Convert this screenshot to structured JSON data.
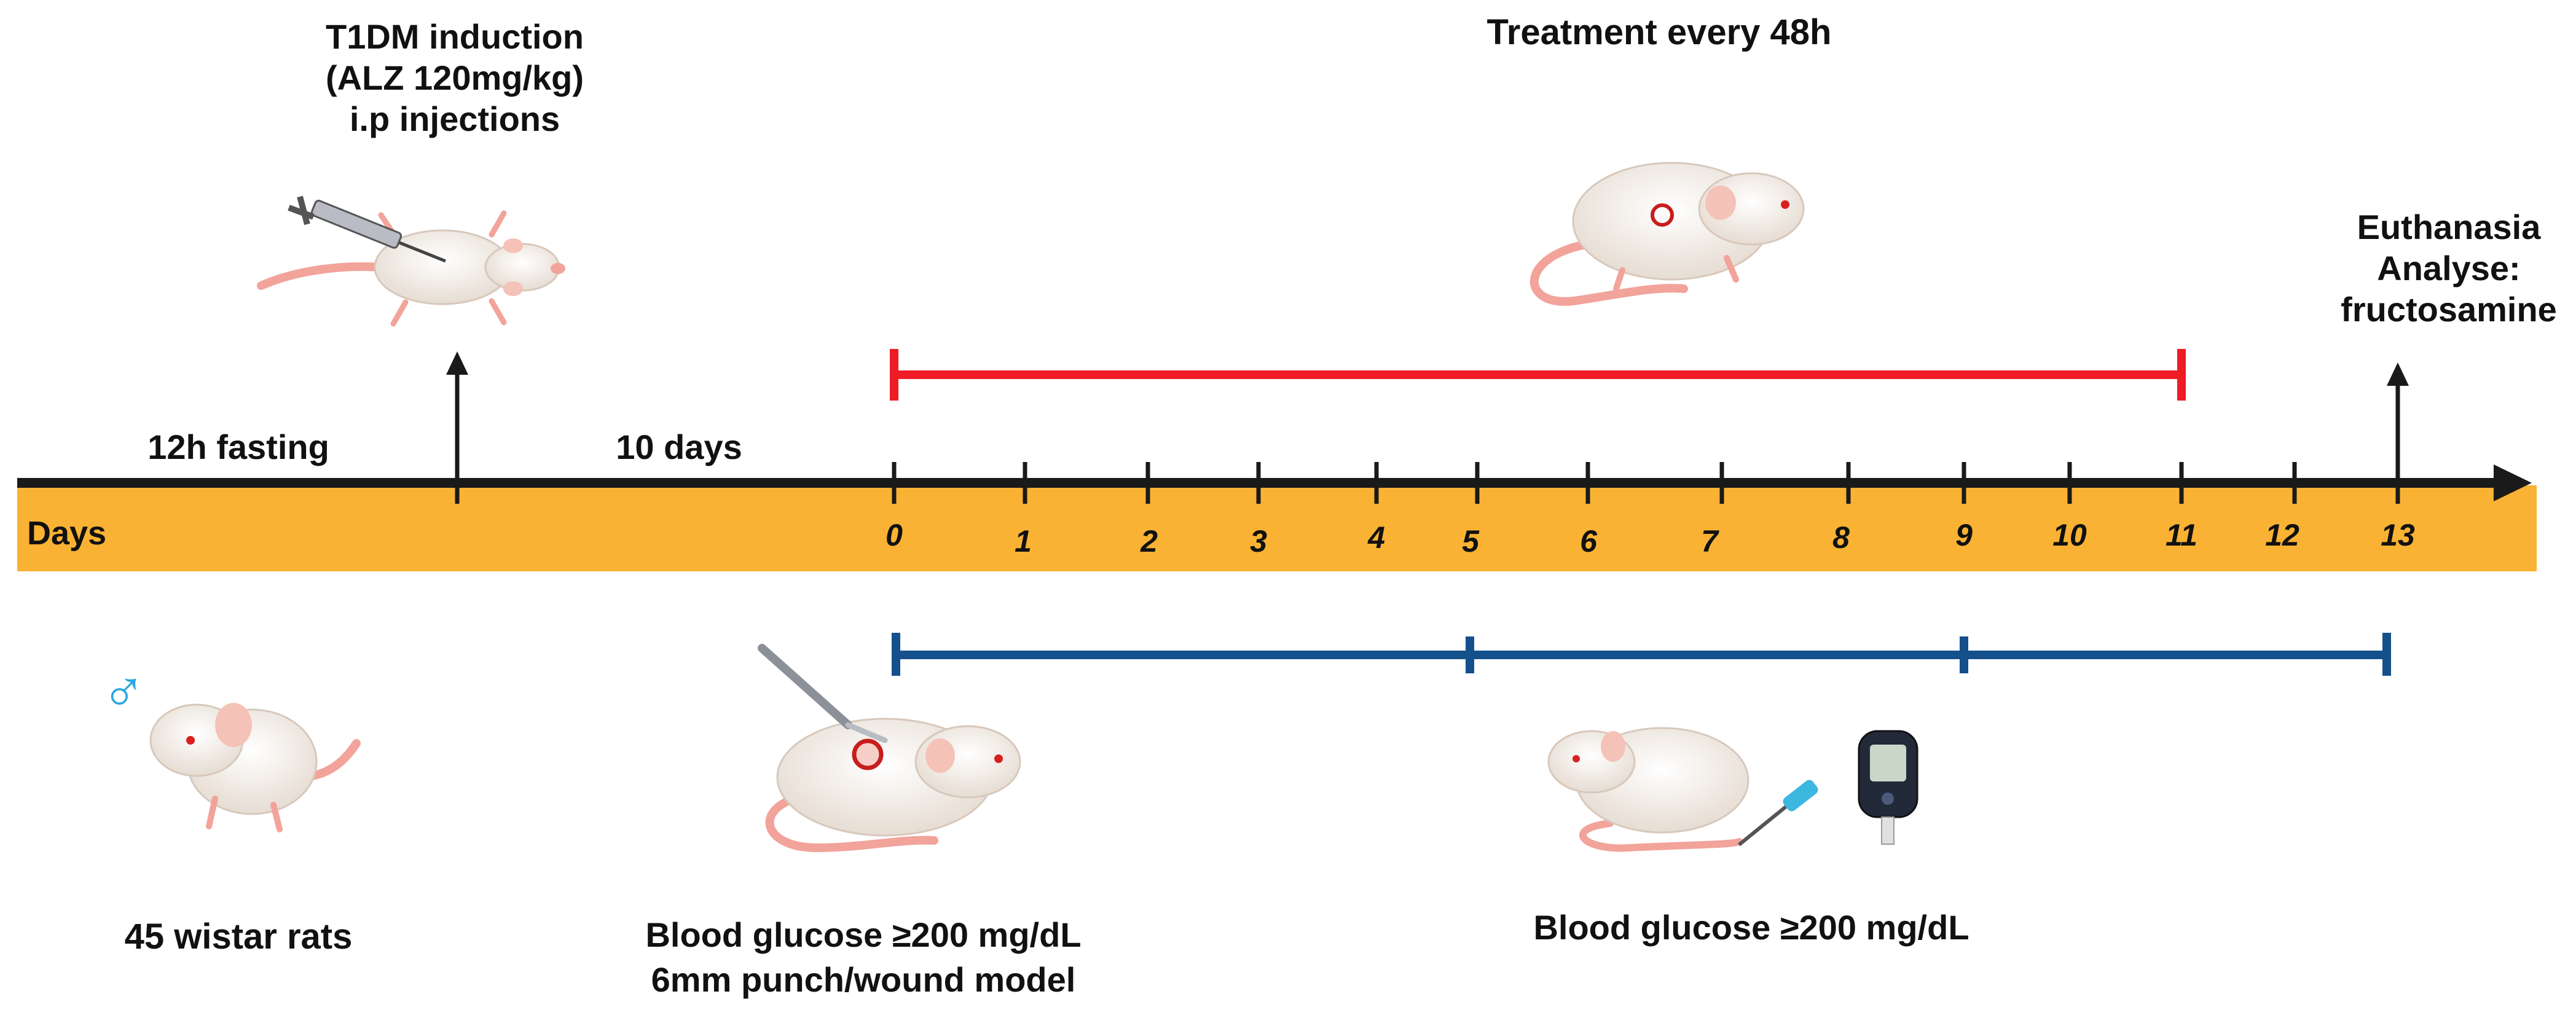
{
  "labels": {
    "t1dm": [
      "T1DM induction",
      "(ALZ 120mg/kg)",
      "i.p injections"
    ],
    "treatment": "Treatment every 48h",
    "euthanasia": [
      "Euthanasia",
      "Analyse:",
      "fructosamine"
    ],
    "fasting": "12h fasting",
    "ten_days": "10 days",
    "days": "Days",
    "rats": "45 wistar rats",
    "wound": [
      "Blood glucose ≥200 mg/dL",
      "6mm punch/wound model"
    ],
    "glucose": "Blood glucose ≥200 mg/dL",
    "male_symbol": "♂"
  },
  "timeline": {
    "day_ticks": [
      "0",
      "1",
      "2",
      "3",
      "4",
      "5",
      "6",
      "7",
      "8",
      "9",
      "10",
      "11",
      "12",
      "13"
    ],
    "band_color": "#F9B233",
    "axis_color": "#1a1a1a"
  },
  "treatment_bar": {
    "start_day": "0",
    "end_day": "11",
    "color": "#EE1C24"
  },
  "glucose_bar": {
    "checkpoints": [
      "0",
      "5",
      "9",
      "13"
    ],
    "color": "#14508C"
  },
  "icons": [
    "rat-injection-icon",
    "syringe-icon",
    "rat-wound-icon",
    "rat-male-icon",
    "rat-scalpel-icon",
    "scalpel-icon",
    "rat-blood-icon",
    "lancet-icon",
    "glucometer-icon"
  ]
}
